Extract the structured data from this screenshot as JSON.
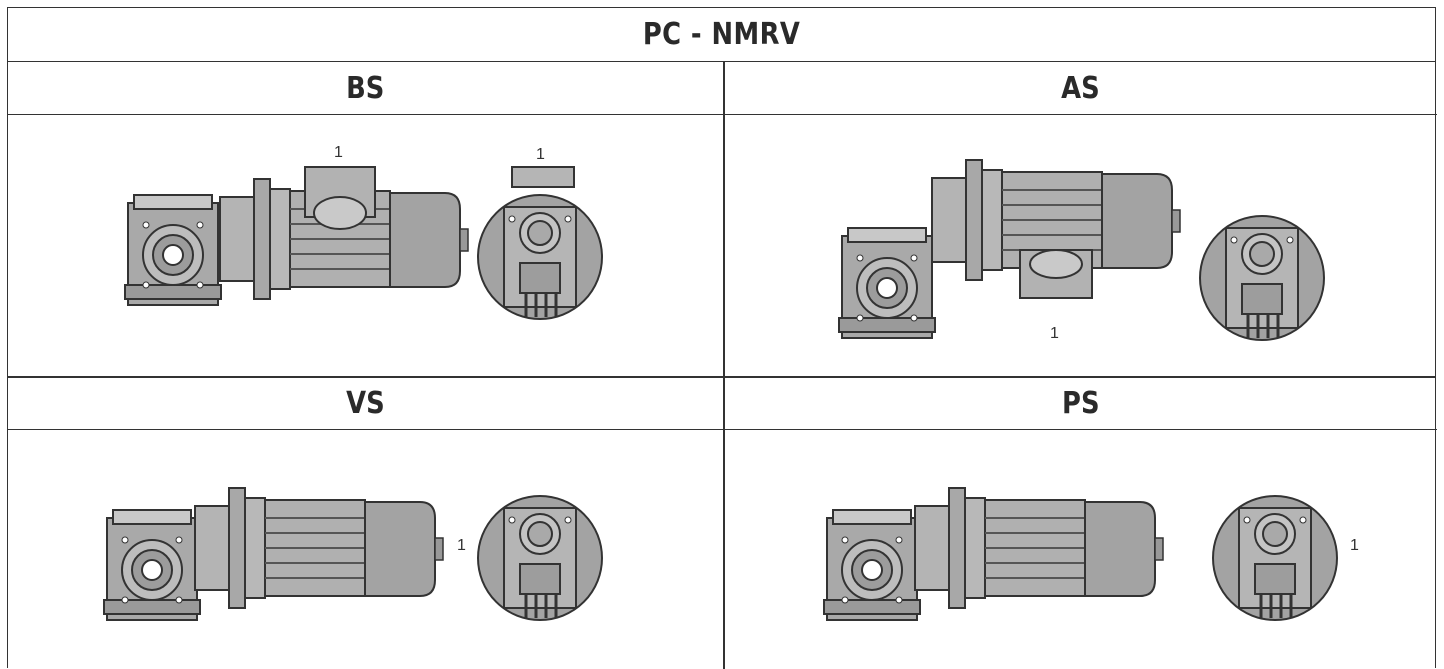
{
  "title": "PC - NMRV",
  "cells": [
    {
      "label": "BS",
      "callouts": [
        "1",
        "1"
      ]
    },
    {
      "label": "AS",
      "callouts": [
        "1"
      ]
    },
    {
      "label": "VS",
      "callouts": [
        "1"
      ]
    },
    {
      "label": "PS",
      "callouts": [
        "1"
      ]
    }
  ]
}
